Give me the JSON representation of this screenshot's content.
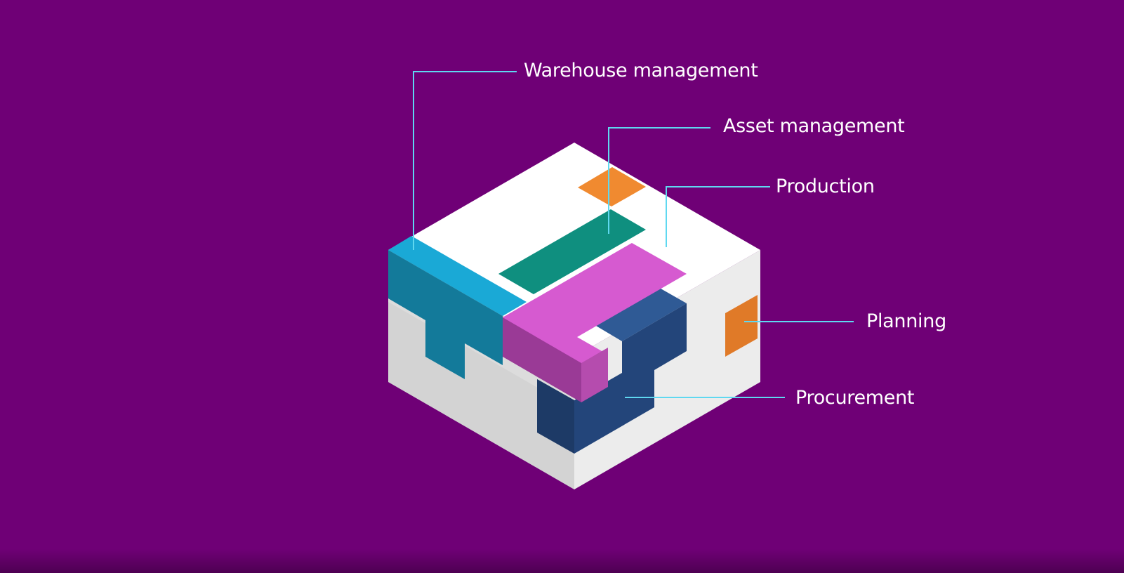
{
  "background_color": "#6f0076",
  "colors": {
    "cube_top": "#ffffff",
    "cube_left": "#e4e4e4",
    "cube_right": "#ededed",
    "warehouse": "#1aa9d6",
    "asset": "#0f8f7f",
    "production": "#d65ad0",
    "procurement": "#2a4f86",
    "planning": "#f08a30",
    "leader_line": "#5fd8f0"
  },
  "labels": {
    "warehouse": "Warehouse management",
    "asset": "Asset management",
    "production": "Production",
    "planning": "Planning",
    "procurement": "Procurement"
  }
}
